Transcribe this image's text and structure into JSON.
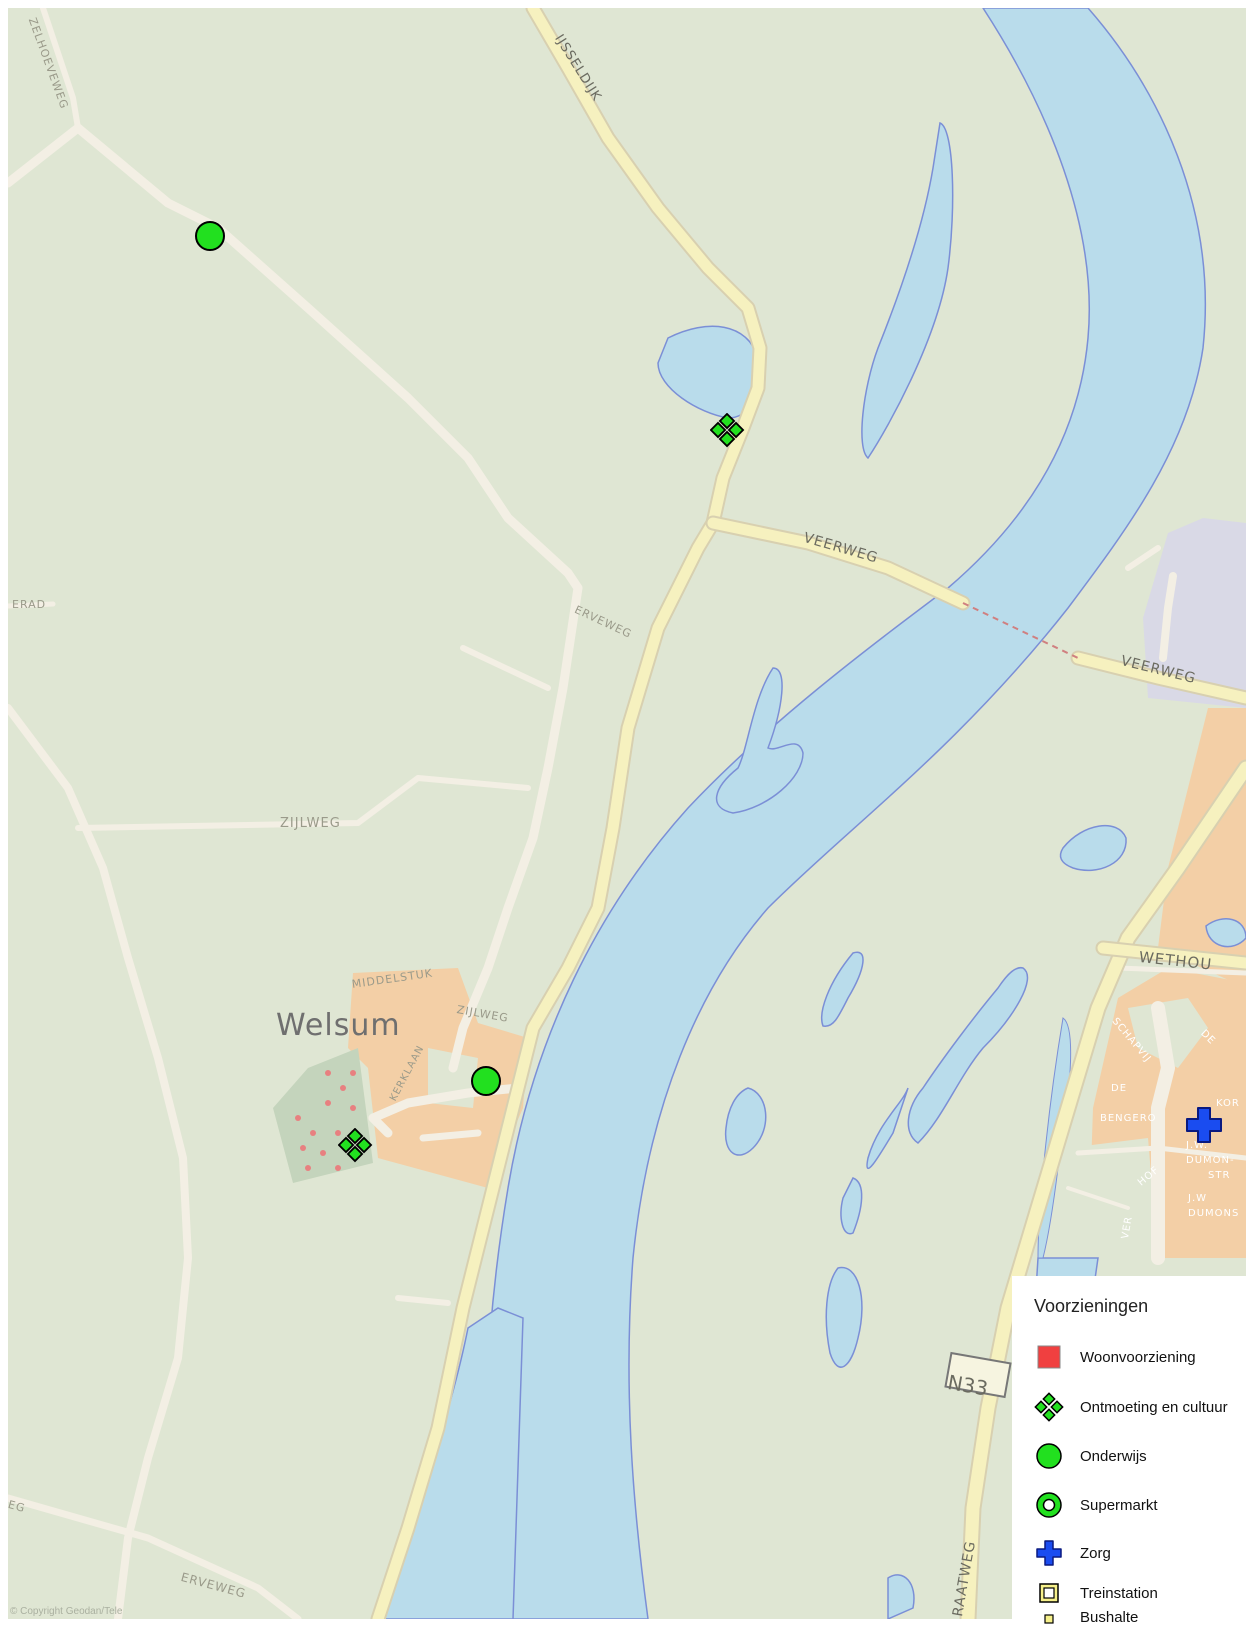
{
  "map": {
    "place_name": "Welsum",
    "copyright": "© Copyright Geodan/Tele",
    "road_labels": {
      "ijsseldijk": "IJSSELDIJK",
      "veerweg1": "VEERWEG",
      "veerweg2": "VEERWEG",
      "erveweg_mid": "ERVEWEG",
      "erveweg_bottom": "ERVEWEG",
      "zijlweg_left": "ZIJLWEG",
      "zijlweg_village": "ZIJLWEG",
      "middelstuk": "MIDDELSTUK",
      "kerklaan": "KERKLAAN",
      "wethou": "WETHOU",
      "n33": "N33",
      "raatweg": "RAATWEG",
      "top_left": "ZELHOEVEWEG",
      "left_edge": "ERAD",
      "left_bottom": "EG",
      "schapvi": "SCHAPVIJ",
      "de1": "DE",
      "de2": "DE",
      "kor": "KOR",
      "bengero": "BENGERO",
      "jw1": "J.W.",
      "dumon": "DUMON-",
      "str": "STR",
      "jw2": "J.W",
      "dumons": "DUMONS",
      "hof": "HOF",
      "ver": "VER"
    },
    "colors": {
      "land": "#dfe6d3",
      "water": "#b9dceb",
      "water_edge": "#7b8fd6",
      "road": "#fbf7ee",
      "main_road": "#f6f1bf",
      "built": "#f3cfa6",
      "industrial": "#d9d9e6"
    }
  },
  "legend": {
    "title": "Voorzieningen",
    "items": [
      {
        "label": "Woonvoorziening",
        "icon": "red-square-icon"
      },
      {
        "label": "Ontmoeting en cultuur",
        "icon": "green-diamond-cluster-icon"
      },
      {
        "label": "Onderwijs",
        "icon": "green-circle-icon"
      },
      {
        "label": "Supermarkt",
        "icon": "green-ring-icon"
      },
      {
        "label": "Zorg",
        "icon": "blue-cross-icon"
      },
      {
        "label": "Treinstation",
        "icon": "yellow-square-icon"
      },
      {
        "label": "Bushalte",
        "icon": "bus-stop-icon"
      }
    ]
  }
}
